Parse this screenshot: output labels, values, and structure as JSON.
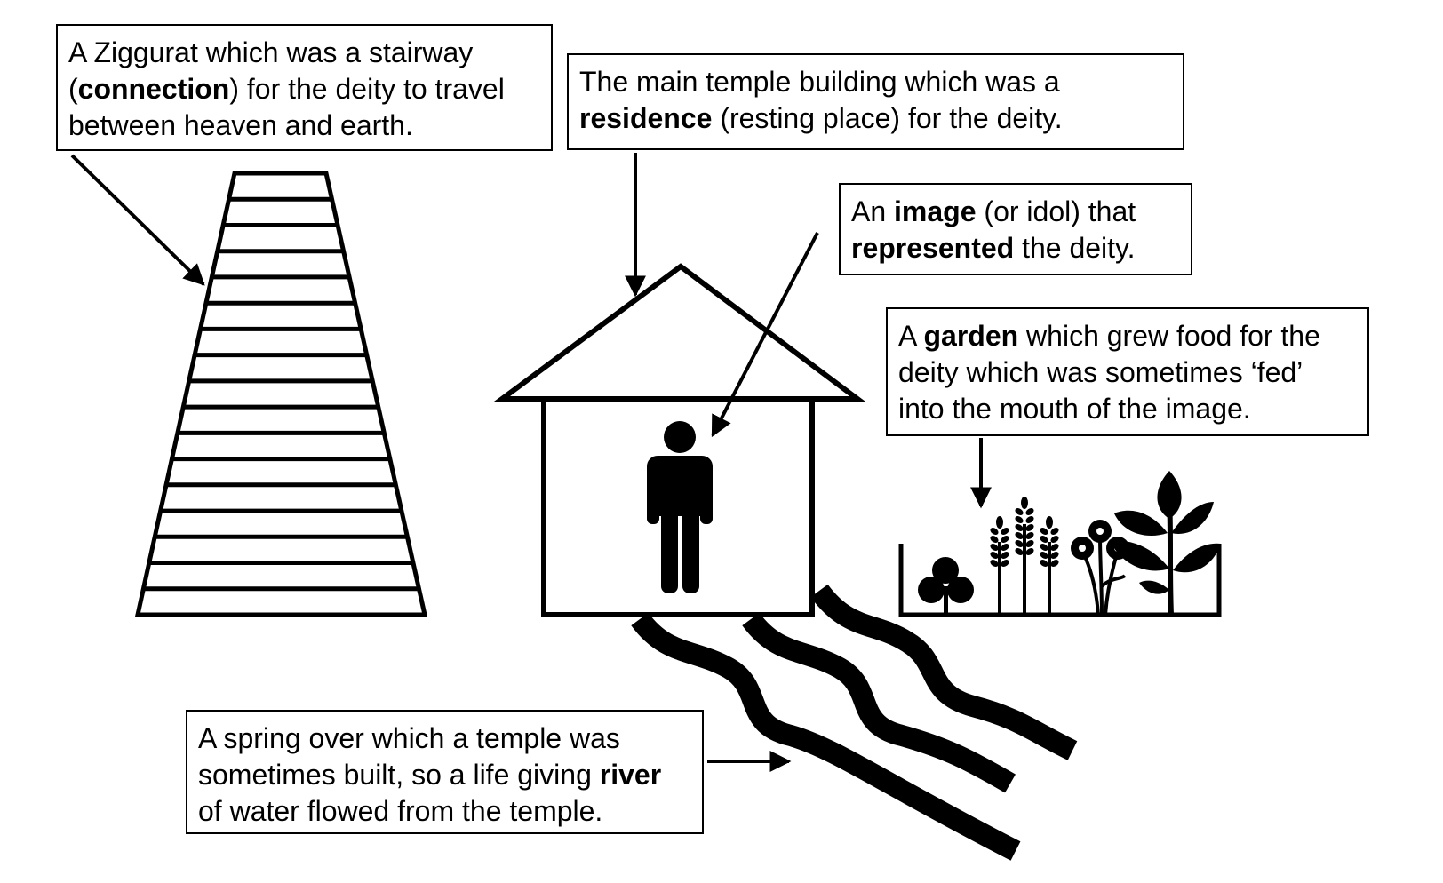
{
  "callouts": {
    "ziggurat": {
      "line1": "A Ziggurat which was a stairway",
      "line2_open": "(",
      "line2_bold": "connection",
      "line2_rest": ") for the deity to travel",
      "line3": "between heaven and earth."
    },
    "residence": {
      "line1": "The main temple building which was a",
      "line2_bold": "residence",
      "line2_rest": " (resting place) for the deity."
    },
    "image": {
      "line1_pre": "An ",
      "line1_bold": "image",
      "line1_rest": " (or idol) that",
      "line2_bold": "represented",
      "line2_rest": " the deity."
    },
    "garden": {
      "line1_pre": "A ",
      "line1_bold": "garden",
      "line1_rest": " which grew food for the",
      "line2": "deity which was sometimes ‘fed’",
      "line3": "into the mouth of the image."
    },
    "river": {
      "line1": "A spring over which a temple was",
      "line2_pre": "sometimes built, so a life giving ",
      "line2_bold": "river",
      "line3": "of water flowed from the temple."
    }
  },
  "icons": [
    "ziggurat-stairway-icon",
    "temple-house-icon",
    "person-idol-icon",
    "river-waves-icon",
    "garden-bed-icon",
    "clover-icon",
    "wheat-icon",
    "flower-icon",
    "leafy-plant-icon",
    "arrow-icon"
  ]
}
